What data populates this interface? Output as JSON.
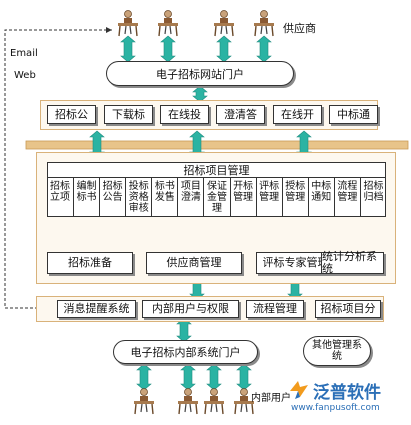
{
  "top_actor_label": "供应商",
  "bottom_actor_label": "内部用户",
  "side_labels": {
    "email": "Email",
    "web": "Web"
  },
  "external_portal": "电子招标网站门户",
  "external_tabs": [
    "招标公",
    "下载标",
    "在线投",
    "澄清答",
    "在线开",
    "中标通"
  ],
  "project_mgmt_title": "招标项目管理",
  "project_mgmt_cells": [
    "招标立项",
    "编制标书",
    "招标公告",
    "投标资格审核",
    "标书发售",
    "项目澄清",
    "保证金管理",
    "开标管理",
    "评标管理",
    "授标管理",
    "中标通知",
    "流程管理",
    "招标归档"
  ],
  "mid_modules": [
    "招标准备",
    "供应商管理",
    "评标专家管理",
    "统计分析系统"
  ],
  "bottom_modules": [
    "消息提醒系统",
    "内部用户与权限",
    "流程管理",
    "招标项目分"
  ],
  "internal_portal": "电子招标内部系统门户",
  "other_mgmt": "其他管理系统",
  "watermark": {
    "brand": "泛普软件",
    "url": "www.fanpusoft.com"
  },
  "colors": {
    "arrow": "#2bb3a3",
    "frame_border": "#d9b27a",
    "separator": "#e8c48a",
    "brand_orange": "#f29b1d",
    "brand_blue": "#2b6fb7"
  }
}
